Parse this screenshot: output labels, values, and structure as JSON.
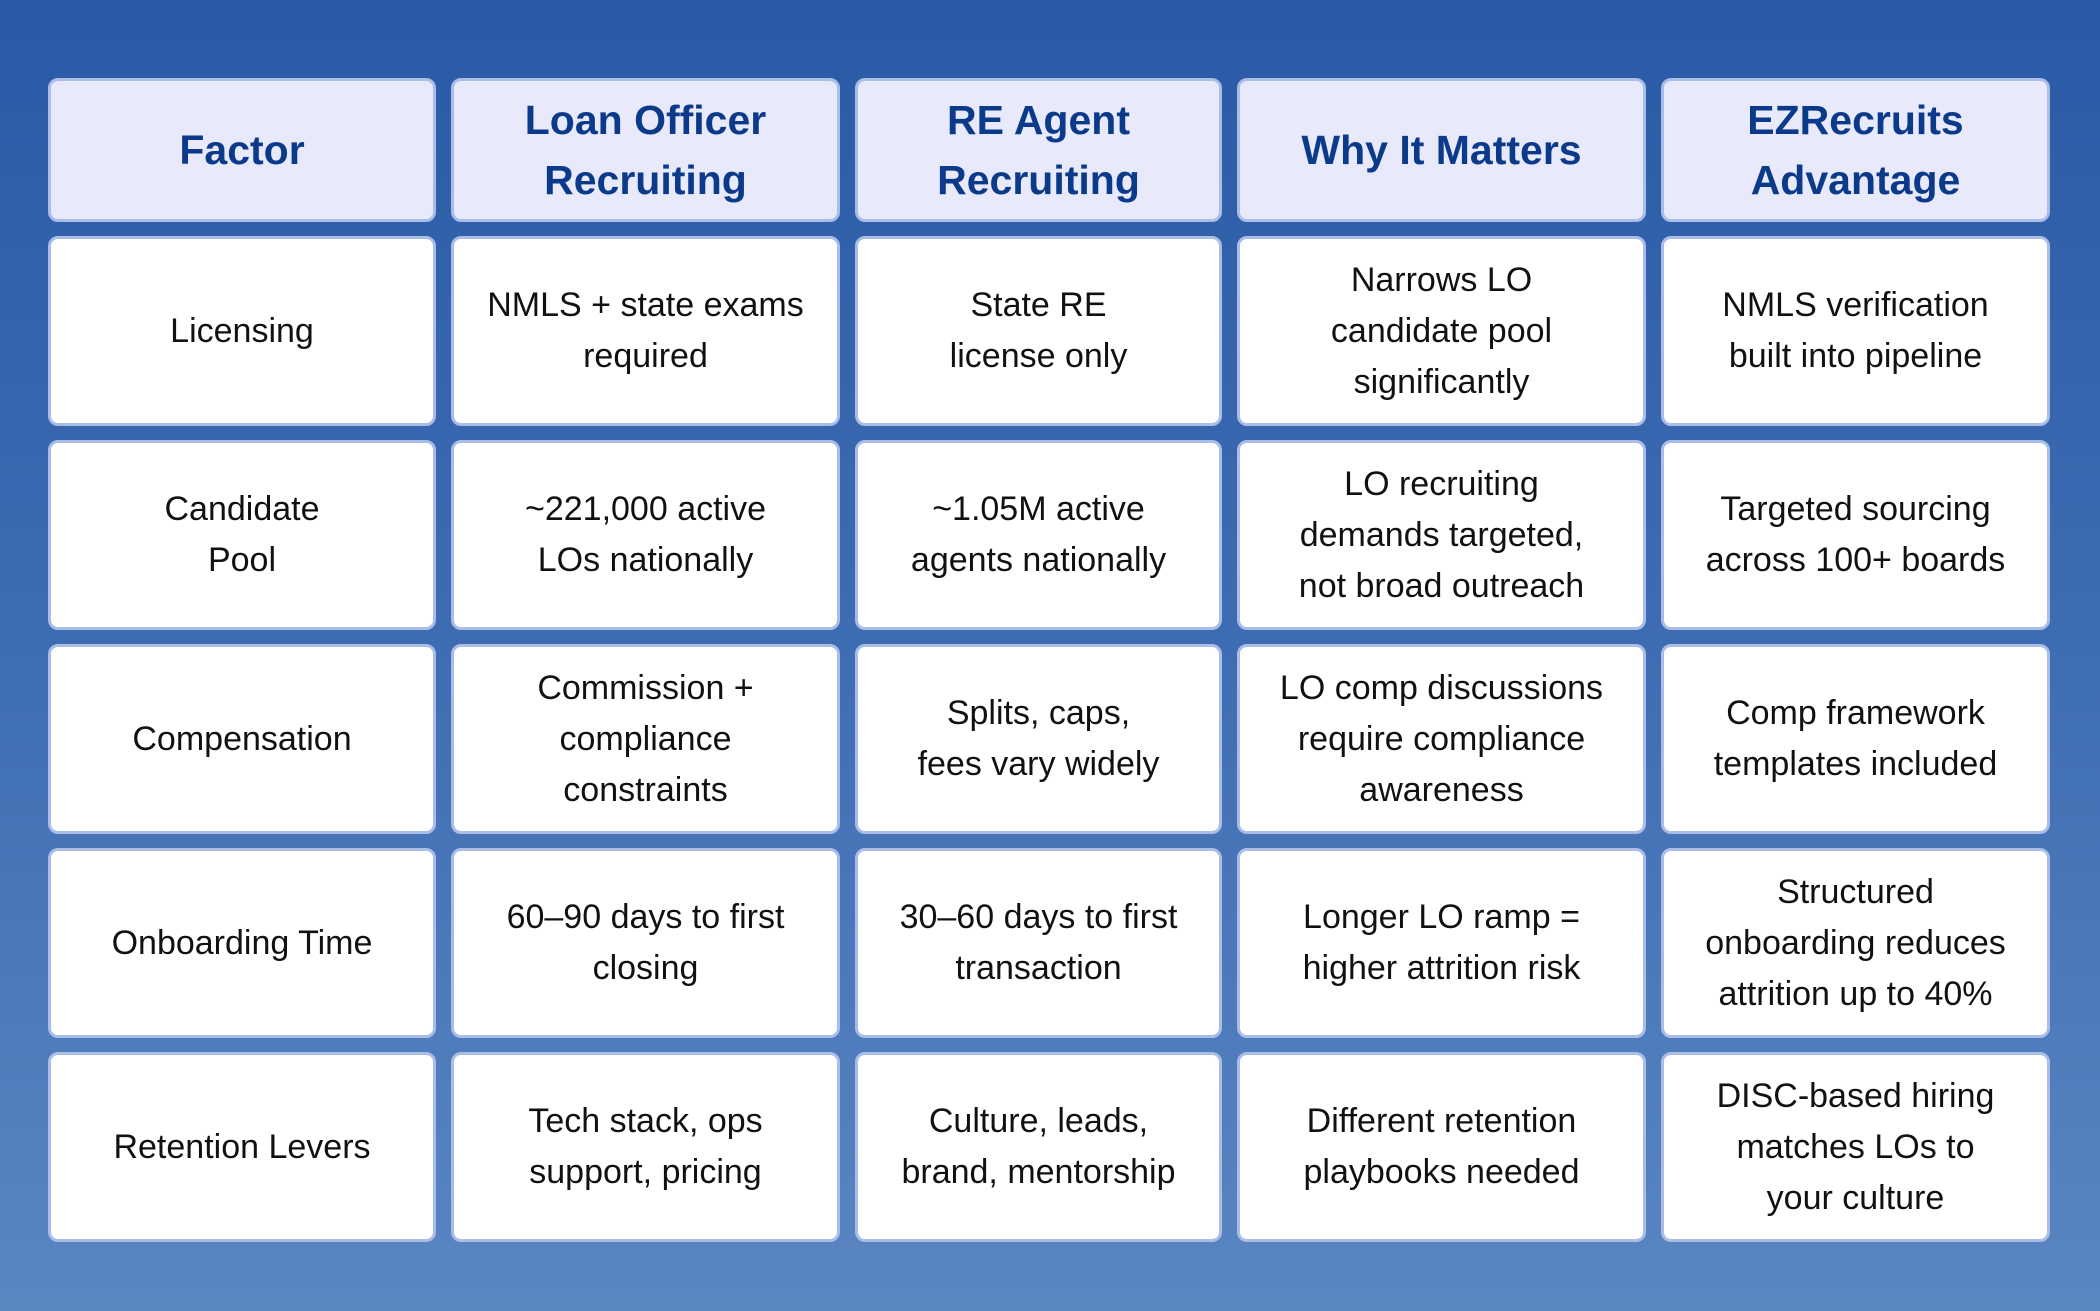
{
  "table": {
    "headers": [
      "Factor",
      "Loan Officer\nRecruiting",
      "RE Agent\nRecruiting",
      "Why It Matters",
      "EZRecruits\nAdvantage"
    ],
    "rows": [
      [
        "Licensing",
        "NMLS + state exams\nrequired",
        "State RE\nlicense only",
        "Narrows LO\ncandidate pool\nsignificantly",
        "NMLS verification\nbuilt into pipeline"
      ],
      [
        "Candidate\nPool",
        "~221,000 active\nLOs nationally",
        "~1.05M active\nagents nationally",
        "LO recruiting\ndemands targeted,\nnot broad outreach",
        "Targeted sourcing\nacross 100+ boards"
      ],
      [
        "Compensation",
        "Commission +\ncompliance\nconstraints",
        "Splits, caps,\nfees vary widely",
        "LO comp discussions\nrequire compliance\nawareness",
        "Comp framework\ntemplates included"
      ],
      [
        "Onboarding Time",
        "60–90 days to first\nclosing",
        "30–60 days to first\ntransaction",
        "Longer LO ramp =\nhigher attrition risk",
        "Structured\nonboarding reduces\nattrition up to 40%"
      ],
      [
        "Retention Levers",
        "Tech stack, ops\nsupport, pricing",
        "Culture, leads,\nbrand, mentorship",
        "Different retention\nplaybooks needed",
        "DISC-based hiring\nmatches LOs to\nyour culture"
      ]
    ]
  }
}
